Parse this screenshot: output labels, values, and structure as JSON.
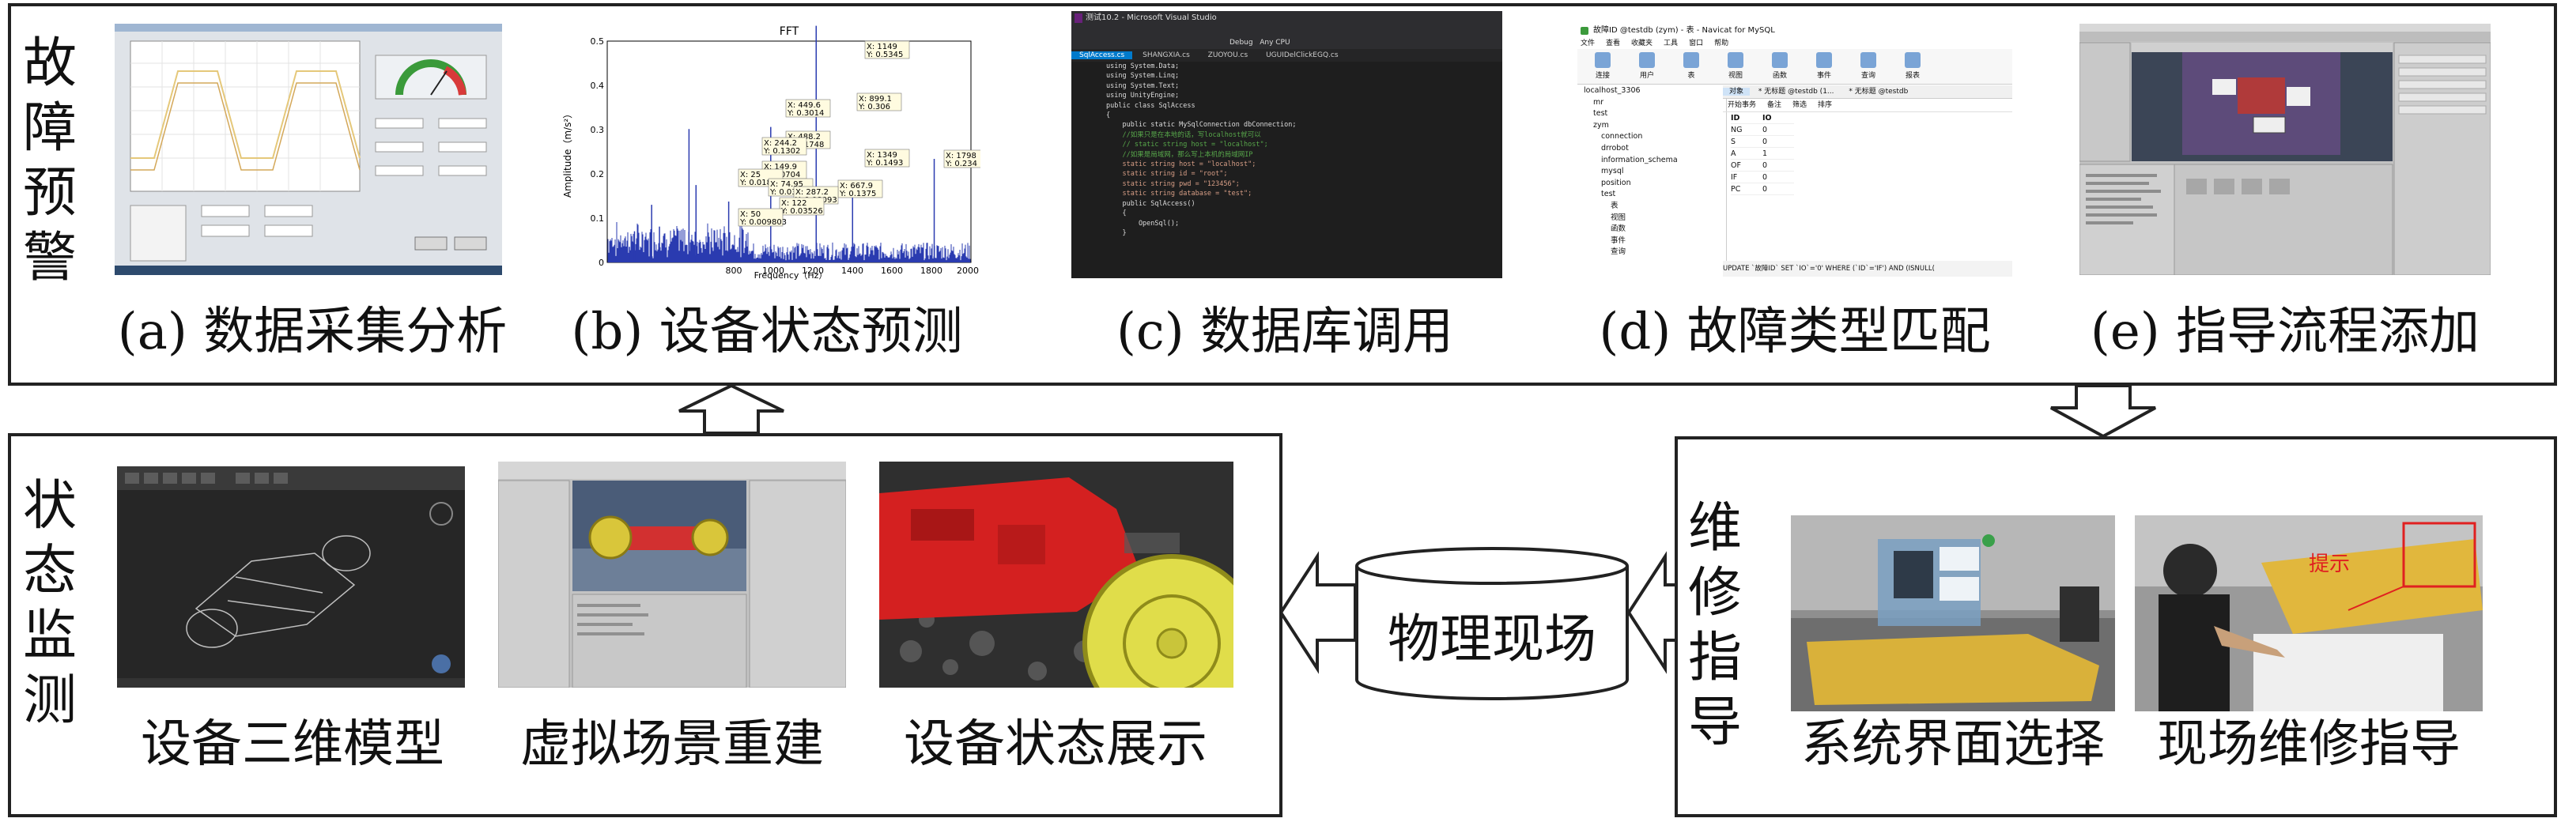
{
  "sections": {
    "warning": {
      "label_chars": [
        "故",
        "障",
        "预",
        "警"
      ],
      "panels": [
        {
          "caption": "(a)  数据采集分析"
        },
        {
          "caption": "(b)  设备状态预测"
        },
        {
          "caption": "(c)  数据库调用"
        },
        {
          "caption": "(d)  故障类型匹配"
        },
        {
          "caption": "(e)  指导流程添加"
        }
      ]
    },
    "monitoring": {
      "label_chars": [
        "状",
        "态",
        "监",
        "测"
      ],
      "panels": [
        {
          "caption": "设备三维模型"
        },
        {
          "caption": "虚拟场景重建"
        },
        {
          "caption": "设备状态展示"
        }
      ]
    },
    "center": {
      "label": "物理现场"
    },
    "maintenance": {
      "label_chars": [
        "维",
        "修",
        "指",
        "导"
      ],
      "panels": [
        {
          "caption": "系统界面选择"
        },
        {
          "caption": "现场维修指导"
        }
      ]
    }
  },
  "fft_chart": {
    "title": "FFT",
    "xlabel": "Frequency（Hz）",
    "ylabel": "Amplitude（m/s²）",
    "xticks": [
      "800",
      "1000",
      "1200",
      "1400",
      "1600",
      "1800",
      "2000"
    ],
    "yticks": [
      "0.5",
      "0.4",
      "0.3",
      "0.2",
      "0.1",
      "0"
    ],
    "annotations": [
      {
        "x": "X: 1149",
        "y": "Y: 0.5345"
      },
      {
        "x": "X: 449.6",
        "y": "Y: 0.3014"
      },
      {
        "x": "X: 899.1",
        "y": "Y: 0.306"
      },
      {
        "x": "X: 488.2",
        "y": "Y: 0.1748"
      },
      {
        "x": "X: 244.2",
        "y": "Y: 0.1302"
      },
      {
        "x": "X: 1349",
        "y": "Y: 0.1493"
      },
      {
        "x": "X: 1798",
        "y": "Y: 0.234"
      },
      {
        "x": "X: 149.9",
        "y": "Y: 0.0704"
      },
      {
        "x": "X: 25",
        "y": "Y: 0.0189"
      },
      {
        "x": "X: 74.95",
        "y": "Y: 0.034"
      },
      {
        "x": "X: 667.9",
        "y": "Y: 0.1375"
      },
      {
        "x": "X: 287.2",
        "y": "Y: 0.08093"
      },
      {
        "x": "X: 122",
        "y": "Y: 0.03526"
      },
      {
        "x": "X: 50",
        "y": "Y: 0.009803"
      }
    ]
  },
  "vs_window": {
    "title": "测试10.2 - Microsoft Visual Studio",
    "tab1": "SqlAccess.cs",
    "tab2": "SHANGXIA.cs",
    "tab3": "ZUOYOU.cs",
    "tab4": "UGUIDelClickEGQ.cs",
    "config": "Debug",
    "platform": "Any CPU",
    "code_lines": [
      "using System.Data;",
      "using System.Linq;",
      "using System.Text;",
      "using UnityEngine;",
      "",
      "public class SqlAccess",
      "{",
      "    public static MySqlConnection dbConnection;",
      "    //如果只是在本地的话，写localhost就可以",
      "    // static string host = \"localhost\";",
      "    //如果是局域网，那么写上本机的局域网IP",
      "    static string host = \"localhost\";",
      "    static string id = \"root\";",
      "    static string pwd = \"123456\";",
      "    static string database = \"test\";",
      "",
      "    public SqlAccess()",
      "    {",
      "        OpenSql();",
      "    }"
    ]
  },
  "navicat": {
    "title": "故障ID @testdb (zym) - 表 - Navicat for MySQL",
    "menu": [
      "文件",
      "查看",
      "收藏夹",
      "工具",
      "窗口",
      "帮助"
    ],
    "tools": [
      "连接",
      "用户",
      "表",
      "视图",
      "函数",
      "事件",
      "查询",
      "报表"
    ],
    "tree": [
      "localhost_3306",
      "mr",
      "test",
      "zym",
      "connection",
      "drrobot",
      "information_schema",
      "mysql",
      "position",
      "test",
      "表",
      "视图",
      "函数",
      "事件",
      "查询"
    ],
    "tab_object": "对象",
    "tab_a": "* 无标题 @testdb (1...",
    "tab_b": "* 无标题 @testdb",
    "actions": [
      "开始事务",
      "备注",
      "筛选",
      "排序"
    ],
    "col_headers": [
      "ID",
      "IO"
    ],
    "rows": [
      {
        "id": "NG",
        "io": "0"
      },
      {
        "id": "S",
        "io": "0"
      },
      {
        "id": "A",
        "io": "1"
      },
      {
        "id": "OF",
        "io": "0"
      },
      {
        "id": "IF",
        "io": "0"
      },
      {
        "id": "PC",
        "io": "0"
      }
    ],
    "status": "UPDATE `故障ID` SET `IO`='0' WHERE (`ID`='IF') AND (ISNULL("
  },
  "maint_overlay": {
    "hint": "提示"
  },
  "colors": {
    "border": "#222222",
    "vs_dark": "#1e1e1e",
    "vs_purple": "#68217a",
    "machine_red": "#d42020",
    "wheel_yellow": "#e8e04a",
    "cad_bg": "#2b2b2b",
    "unity_bg": "#3c3c3c"
  }
}
